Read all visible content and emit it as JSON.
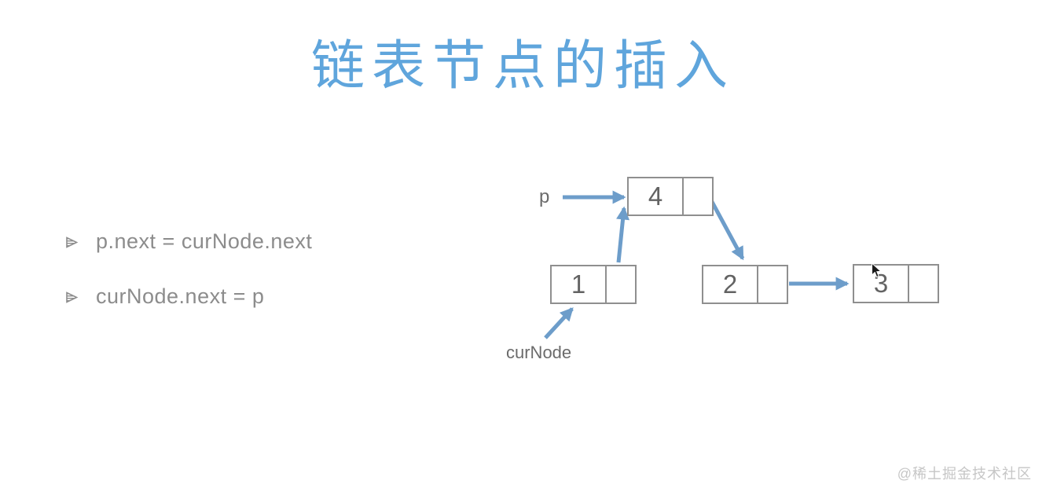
{
  "slide": {
    "title": "链表节点的插入",
    "bullets": [
      "p.next = curNode.next",
      "curNode.next = p"
    ],
    "watermark": "@稀土掘金技术社区"
  },
  "diagram": {
    "kind": "singly-linked-list-insertion",
    "nodes": [
      {
        "id": "node4",
        "value": "4"
      },
      {
        "id": "node1",
        "value": "1"
      },
      {
        "id": "node2",
        "value": "2"
      },
      {
        "id": "node3",
        "value": "3"
      }
    ],
    "pointer_labels": [
      {
        "text": "p",
        "points_to": "node4"
      },
      {
        "text": "curNode",
        "points_to": "node1"
      }
    ],
    "arrows": [
      {
        "from": "p-label",
        "to": "node4-left"
      },
      {
        "from": "node1-next",
        "to": "node4-bottom-left"
      },
      {
        "from": "node4-next",
        "to": "node2-top"
      },
      {
        "from": "node2-next",
        "to": "node3-left"
      },
      {
        "from": "curNode-label",
        "to": "node1-bottom"
      }
    ],
    "colors": {
      "title": "#5fa5dc",
      "arrow": "#6d9dca",
      "box_border": "#8f8f8f",
      "node_value_text": "#636363",
      "bullet_text": "#8c8c8c",
      "watermark": "#c6c6c6"
    }
  }
}
